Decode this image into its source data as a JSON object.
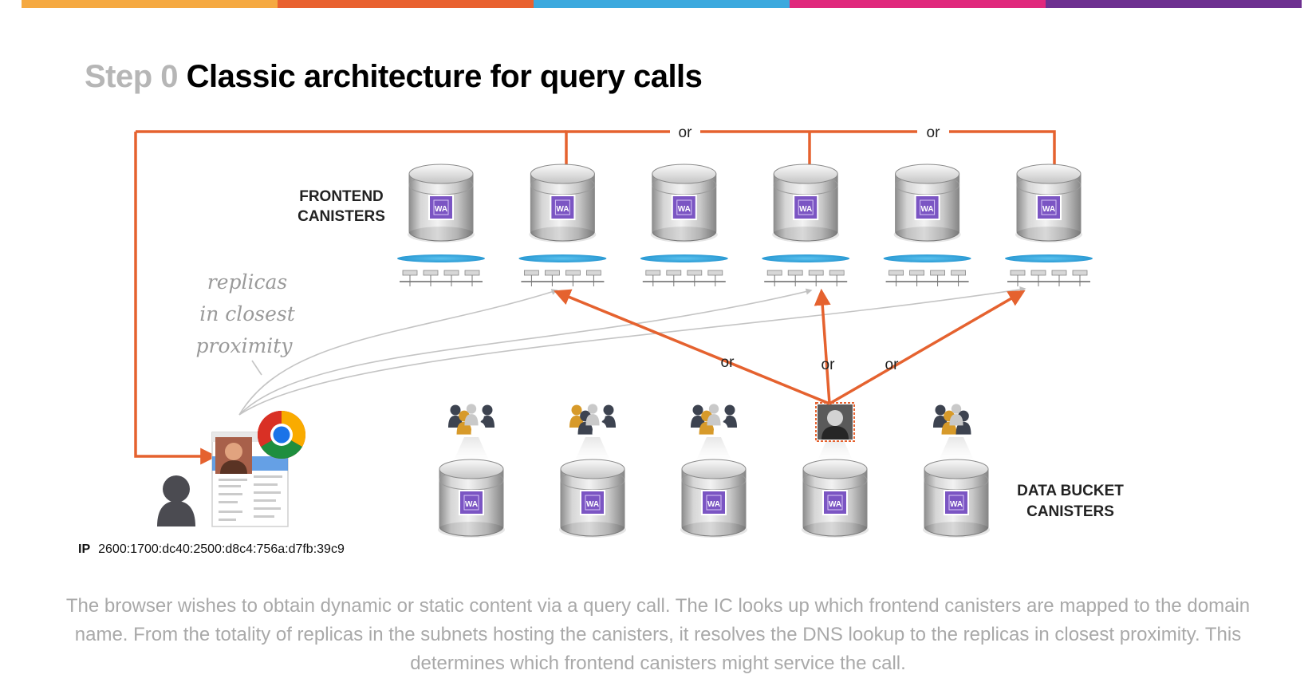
{
  "colors": {
    "topbar": [
      "#f5a941",
      "#e9612f",
      "#3ca9de",
      "#e0287c",
      "#6d3090"
    ],
    "accent": "#e5622f",
    "pointer": "#c6c6c6",
    "canister_label": "#7b55c3",
    "subnet_disc": "#3aa7dc"
  },
  "title": {
    "step": "Step 0",
    "main": "Classic architecture for query calls"
  },
  "labels": {
    "frontend_line1": "FRONTEND",
    "frontend_line2": "CANISTERS",
    "data_line1": "DATA BUCKET",
    "data_line2": "CANISTERS",
    "handwritten_line1": "replicas",
    "handwritten_line2": "in closest",
    "handwritten_line3": "proximity"
  },
  "or_labels": [
    "or",
    "or",
    "or",
    "or",
    "or"
  ],
  "canister_badge": "WA",
  "frontend_canister_count": 6,
  "data_canister_count": 5,
  "icons": {
    "user": "person-icon",
    "browser": "chrome-browser-icon",
    "user_group": "user-group-icon",
    "profile_photo": "profile-photo-icon"
  },
  "ip": {
    "label": "IP",
    "value": "2600:1700:dc40:2500:d8c4:756a:d7fb:39c9"
  },
  "caption": "The browser wishes to obtain dynamic or static content via a query call. The IC looks up which frontend canisters are mapped to the domain name. From the totality of replicas in the subnets hosting the canisters, it resolves the DNS lookup to the replicas in closest proximity. This determines which frontend canisters might service the call."
}
